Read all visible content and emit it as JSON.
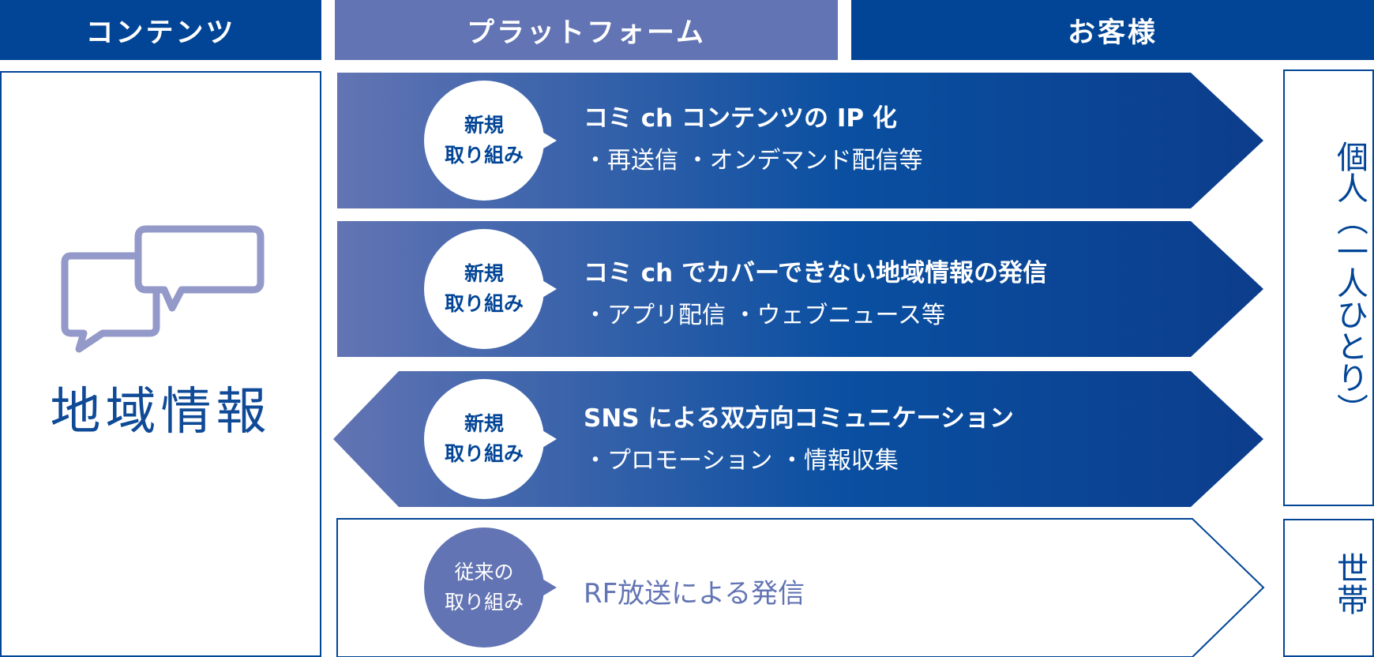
{
  "headers": {
    "content": "コンテンツ",
    "platform": "プラットフォーム",
    "customer": "お客様"
  },
  "content": {
    "title": "地域情報",
    "icon": "speech-bubbles-icon"
  },
  "rows": [
    {
      "badge_line1": "新規",
      "badge_line2": "取り組み",
      "title": "コミ ch コンテンツの IP 化",
      "sub": "・再送信 ・オンデマンド配信等"
    },
    {
      "badge_line1": "新規",
      "badge_line2": "取り組み",
      "title": "コミ ch でカバーできない地域情報の発信",
      "sub": "・アプリ配信 ・ウェブニュース等"
    },
    {
      "badge_line1": "新規",
      "badge_line2": "取り組み",
      "title": "SNS による双方向コミュニケーション",
      "sub": "・プロモーション ・情報収集"
    },
    {
      "badge_line1": "従来の",
      "badge_line2": "取り組み",
      "title": "RF放送による発信"
    }
  ],
  "customers": {
    "individual": "個人（一人ひとり）",
    "household": "世帯"
  },
  "colors": {
    "navy": "#024596",
    "periwinkle": "#6274b3"
  }
}
